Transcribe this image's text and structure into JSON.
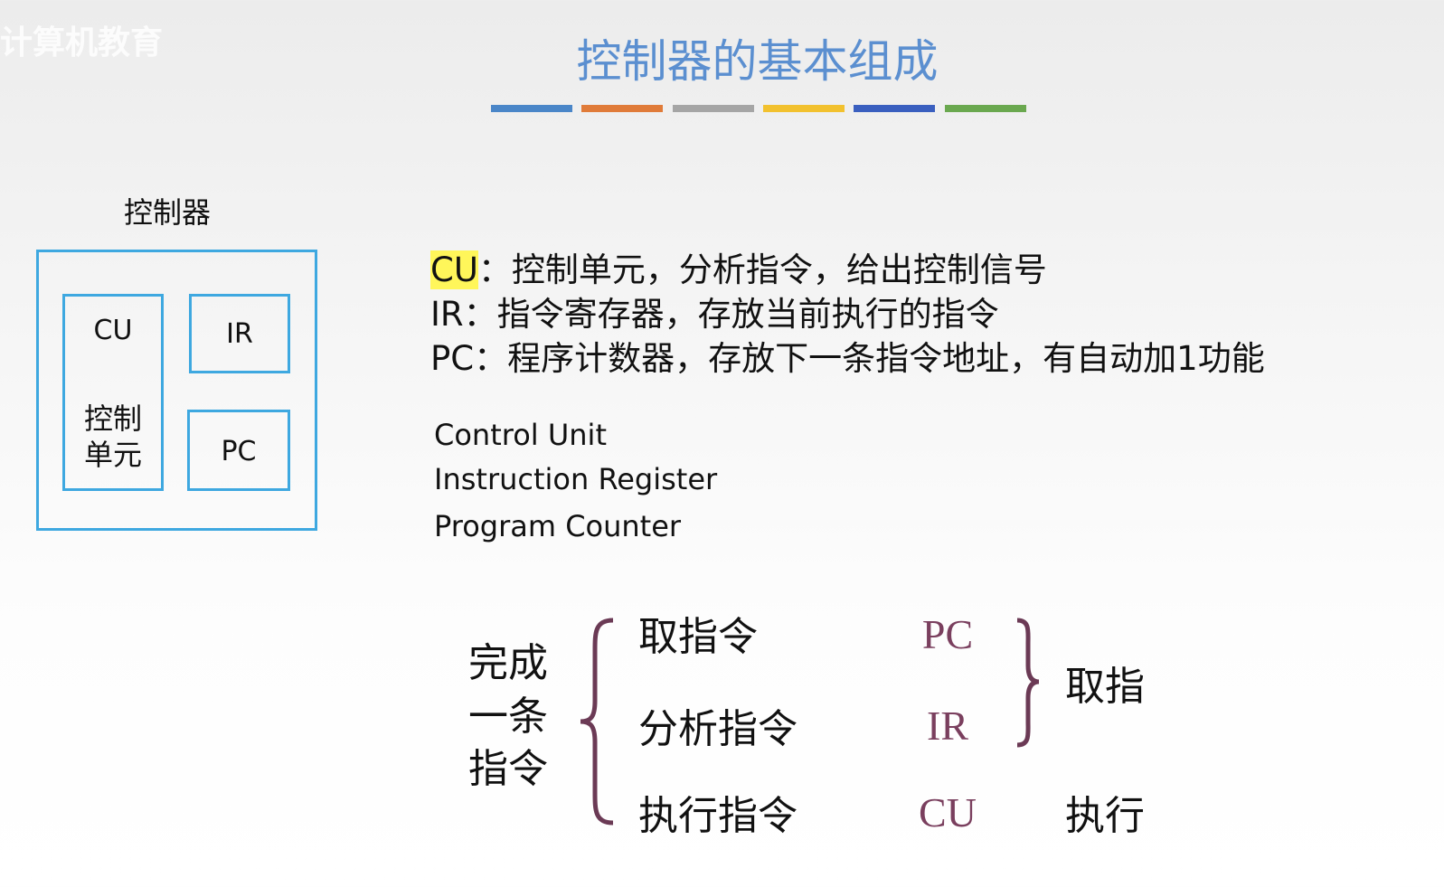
{
  "watermark": "计算机教育",
  "title": "控制器的基本组成",
  "divider_colors": [
    "#4a86c8",
    "#e07b39",
    "#a5a5a5",
    "#f2c12e",
    "#3a5fbf",
    "#6aa84f"
  ],
  "diagram": {
    "label": "控制器",
    "cu": "CU",
    "cu_desc_1": "控制",
    "cu_desc_2": "单元",
    "ir": "IR",
    "pc": "PC",
    "border_color": "#3ea8e0"
  },
  "definitions": [
    {
      "abbr": "CU",
      "text": "：控制单元，分析指令，给出控制信号"
    },
    {
      "abbr": "IR",
      "text": "：指令寄存器，存放当前执行的指令"
    },
    {
      "abbr": "PC",
      "text": "：程序计数器，存放下一条指令地址，有自动加1功能"
    }
  ],
  "english": [
    "Control Unit",
    "Instruction Register",
    "Program Counter"
  ],
  "flow": {
    "left": [
      "完成",
      "一条",
      "指令"
    ],
    "steps": [
      "取指令",
      "分析指令",
      "执行指令"
    ],
    "registers": [
      "PC",
      "IR",
      "CU"
    ],
    "phase_fetch": "取指",
    "phase_exec": "执行"
  }
}
